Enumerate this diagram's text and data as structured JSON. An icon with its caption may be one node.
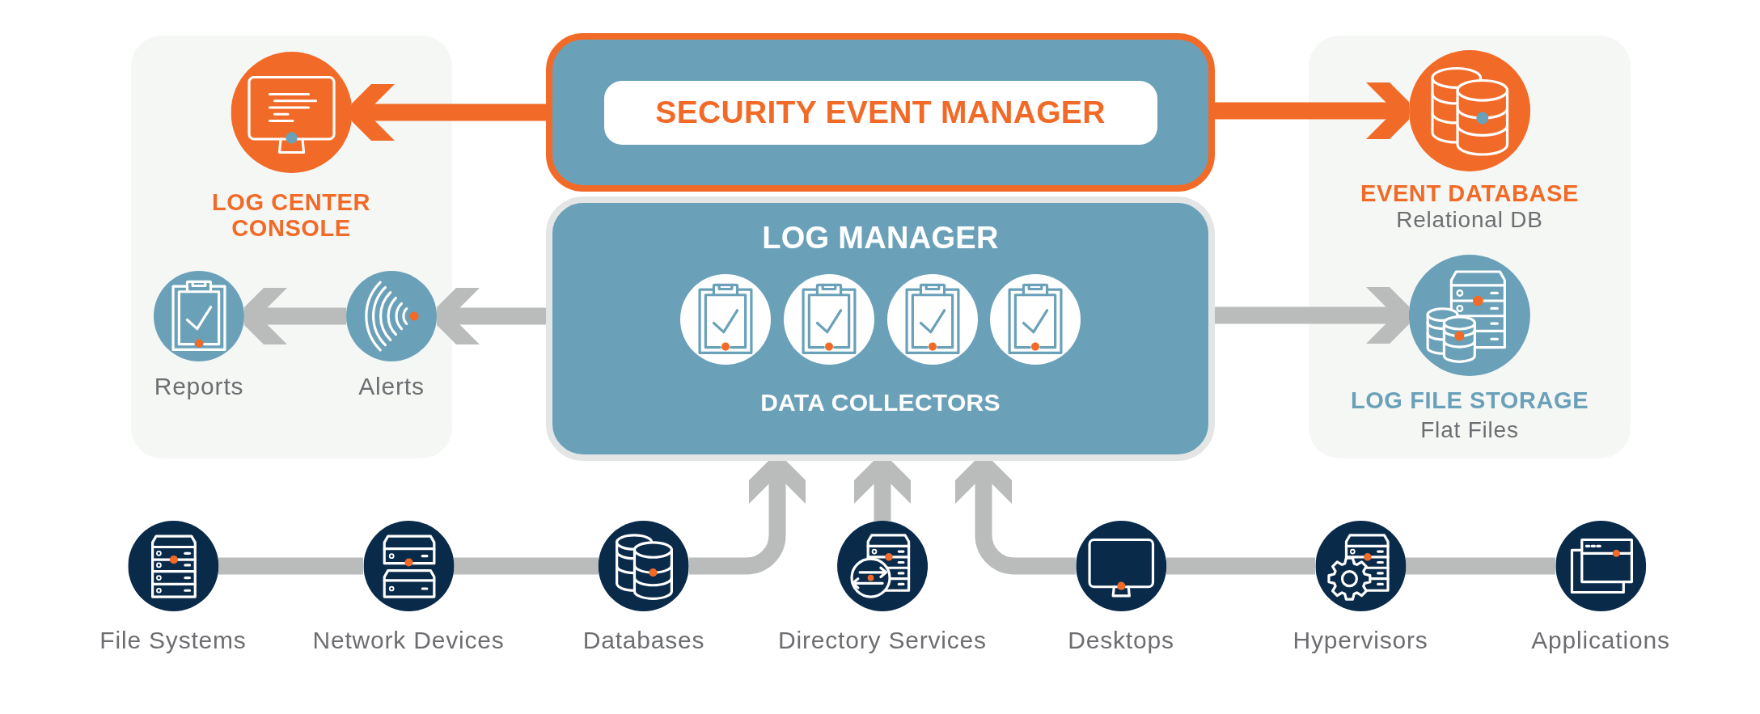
{
  "diagram": {
    "nodes": [
      {
        "text": [],
        "shape": "box"
      },
      {
        "text": [
          "LOG CENTER CONSOLE"
        ],
        "in": 0
      },
      {
        "text": [
          "Reports"
        ],
        "in": 0
      },
      {
        "text": [
          "Alerts"
        ],
        "in": 0
      },
      {
        "text": [
          "SECURITY EVENT MANAGER"
        ]
      },
      {
        "text": [
          "LOG MANAGER",
          "DATA COLLECTORS"
        ]
      },
      {
        "text": [],
        "shape": "circle",
        "in": 5
      },
      {
        "text": [],
        "shape": "circle",
        "in": 5
      },
      {
        "text": [],
        "shape": "circle",
        "in": 5
      },
      {
        "text": [],
        "shape": "circle",
        "in": 5
      },
      {
        "text": [],
        "shape": "box"
      },
      {
        "text": [
          "EVENT DATABASE",
          "Relational DB"
        ],
        "in": 10
      },
      {
        "text": [
          "LOG FILE STORAGE",
          "Flat Files"
        ],
        "in": 10
      },
      {
        "text": [
          "File Systems"
        ]
      },
      {
        "text": [
          "Network Devices"
        ]
      },
      {
        "text": [
          "Databases"
        ]
      },
      {
        "text": [
          "Directory Services"
        ]
      },
      {
        "text": [
          "Desktops"
        ]
      },
      {
        "text": [
          "Hypervisors"
        ]
      },
      {
        "text": [
          "Applications"
        ]
      }
    ],
    "edges": [
      {
        "from": 4,
        "to": 1,
        "arrow": "to",
        "color": "#f26a27"
      },
      {
        "from": 4,
        "to": 11,
        "arrow": "to",
        "color": "#f26a27"
      },
      {
        "from": 5,
        "to": 3,
        "arrow": "to"
      },
      {
        "from": 3,
        "to": 2,
        "arrow": "to"
      },
      {
        "from": 5,
        "to": 12,
        "arrow": "to"
      },
      {
        "from": 13,
        "to": 14,
        "arrow": "none"
      },
      {
        "from": 14,
        "to": 15,
        "arrow": "none"
      },
      {
        "from": 15,
        "to": 5,
        "arrow": "to"
      },
      {
        "from": 16,
        "to": 5,
        "arrow": "to"
      },
      {
        "from": 19,
        "to": 18,
        "arrow": "none"
      },
      {
        "from": 18,
        "to": 17,
        "arrow": "none"
      },
      {
        "from": 17,
        "to": 5,
        "arrow": "to"
      }
    ]
  }
}
